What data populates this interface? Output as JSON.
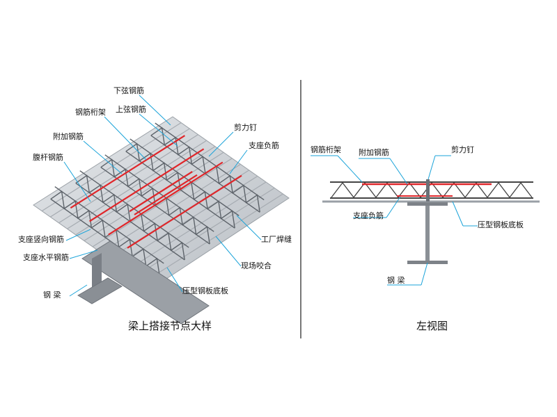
{
  "left_panel": {
    "caption": "梁上搭接节点大样",
    "labels": {
      "lower_chord": "下弦钢筋",
      "truss": "钢筋桁架",
      "upper_chord": "上弦钢筋",
      "additional_rebar": "附加钢筋",
      "web_rebar": "腹杆钢筋",
      "shear_stud": "剪力钉",
      "support_negative": "支座负筋",
      "support_vertical": "支座竖向钢筋",
      "support_horizontal": "支座水平钢筋",
      "factory_weld": "工厂焊缝",
      "site_seam": "现场咬合",
      "deck": "压型钢板底板",
      "steel_beam": "钢  梁"
    }
  },
  "right_panel": {
    "caption": "左视图",
    "labels": {
      "truss": "钢筋桁架",
      "additional_rebar": "附加钢筋",
      "shear_stud": "剪力钉",
      "support_negative": "支座负筋",
      "deck": "压型钢板底板",
      "steel_beam": "钢  梁"
    }
  },
  "colors": {
    "leader": "#1aa3d9",
    "rebar_red": "#e0262a",
    "steel": "#8b9096",
    "deck": "#c9cdd2",
    "divider": "#777777"
  }
}
